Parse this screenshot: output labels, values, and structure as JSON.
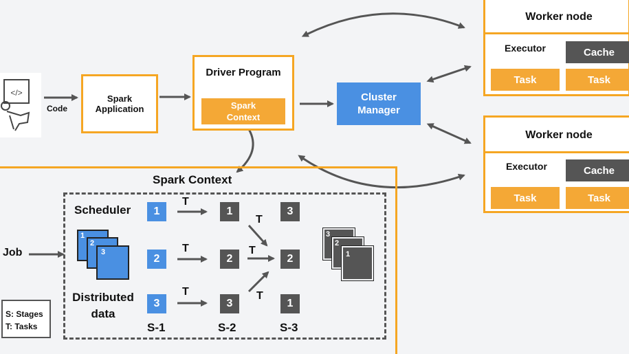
{
  "code_label": "Code",
  "spark_application": [
    "Spark",
    "Application"
  ],
  "driver": {
    "title": "Driver Program",
    "context_label": [
      "Spark",
      "Context"
    ]
  },
  "cluster_manager": [
    "Cluster",
    "Manager"
  ],
  "workers": [
    {
      "title": "Worker node",
      "executor": "Executor",
      "cache": "Cache",
      "tasks": [
        "Task",
        "Task"
      ]
    },
    {
      "title": "Worker node",
      "executor": "Executor",
      "cache": "Cache",
      "tasks": [
        "Task",
        "Task"
      ]
    }
  ],
  "spark_context_panel": {
    "title": "Spark Context",
    "job_label": "Job",
    "scheduler_label": "Scheduler",
    "distributed_data_label": [
      "Distributed",
      "data"
    ],
    "legend": [
      "S: Stages",
      "T: Tasks"
    ],
    "task_label": "T",
    "stage1_blocks": [
      "1",
      "2",
      "3"
    ],
    "stage2_blocks": [
      "1",
      "2",
      "3"
    ],
    "stage3_blocks": [
      "3",
      "2",
      "1"
    ],
    "stage_labels": [
      "S-1",
      "S-2",
      "S-3"
    ],
    "input_stack": [
      "1",
      "2",
      "3"
    ],
    "output_stack": [
      "3",
      "2",
      "1"
    ]
  },
  "colors": {
    "orange": "#f5a623",
    "blue": "#4a90e2",
    "dark": "#555555",
    "arrow": "#555555"
  }
}
